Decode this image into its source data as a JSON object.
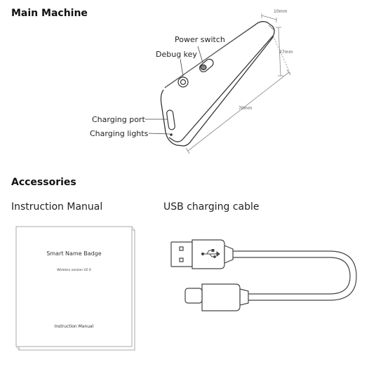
{
  "main_machine": {
    "heading": "Main Machine",
    "labels": {
      "power_switch": "Power switch",
      "debug_key": "Debug key",
      "charging_port": "Charging port",
      "charging_lights": "Charging lights"
    },
    "dimensions": {
      "thickness": "10mm",
      "height": "27mm",
      "length": "70mm"
    }
  },
  "accessories": {
    "heading": "Accessories",
    "manual": {
      "caption": "Instruction Manual",
      "title": "Smart Name Badge",
      "version": "Wireless version V2.0",
      "footer": "Instruction Manual"
    },
    "cable": {
      "caption": "USB charging cable"
    }
  }
}
